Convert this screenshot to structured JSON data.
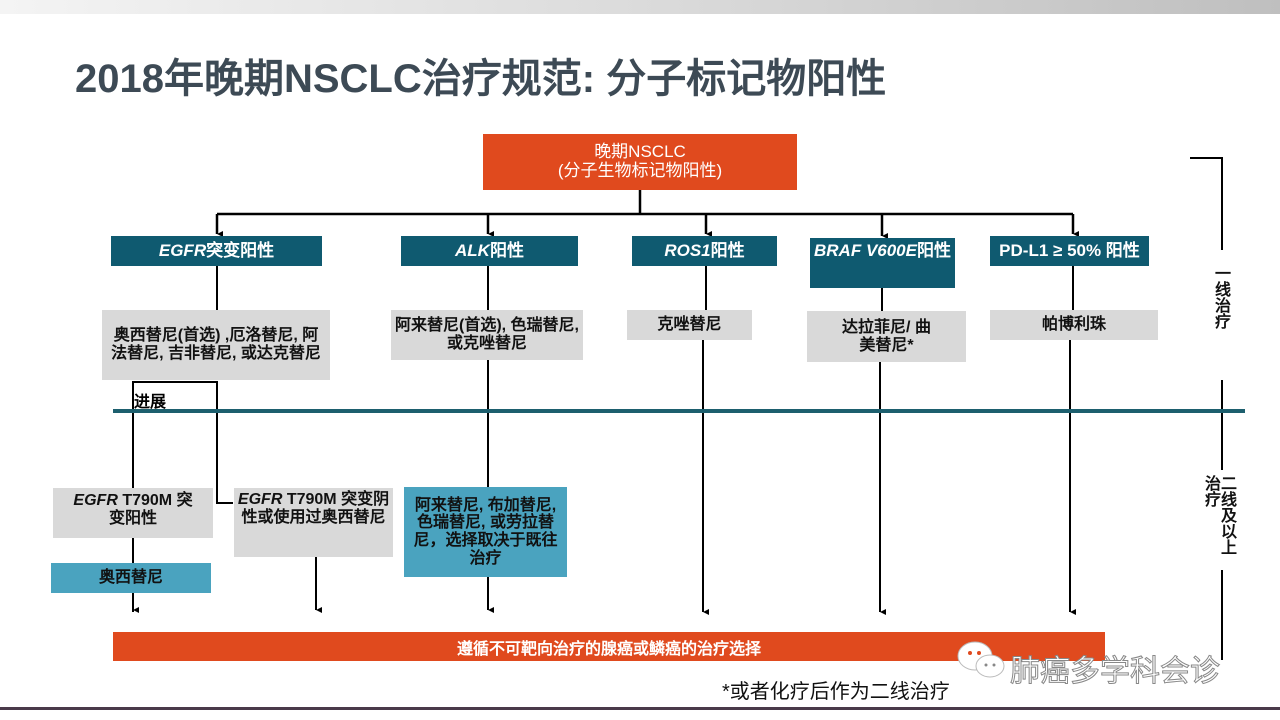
{
  "title": "2018年晚期NSCLC治疗规范: 分子标记物阳性",
  "root": {
    "line1": "晚期NSCLC",
    "line2": "(分子生物标记物阳性)"
  },
  "headers": [
    {
      "italic": "EGFR",
      "text": "突变阳性"
    },
    {
      "italic": "ALK",
      "text": "阳性"
    },
    {
      "italic": "ROS1",
      "text": "阳性"
    },
    {
      "italic": "BRAF V600E",
      "text": "阳性"
    },
    {
      "italic": "",
      "text": "PD-L1 ≥ 50% 阳性"
    }
  ],
  "first_line": [
    "奥西替尼(首选) ,厄洛替尼, 阿法替尼, 吉非替尼, 或达克替尼",
    "阿来替尼(首选), 色瑞替尼, 或克唑替尼",
    "克唑替尼",
    "达拉菲尼/ 曲美替尼*",
    "帕博利珠"
  ],
  "progress_label": "进展",
  "second_line": {
    "t790m_pos": {
      "italic": "EGFR",
      "text": " T790M 突变阳性"
    },
    "t790m_pos_drug": "奥西替尼",
    "t790m_neg": {
      "italic": "EGFR",
      "text": " T790M 突变阴性或使用过奥西替尼"
    },
    "alk_drugs": "阿来替尼, 布加替尼, 色瑞替尼, 或劳拉替尼，选择取决于既往治疗"
  },
  "bottom_bar": "遵循不可靶向治疗的腺癌或鳞癌的治疗选择",
  "side_labels": {
    "first": "一线治疗",
    "second": "二线及以上治疗"
  },
  "footnote": "*或者化疗后作为二线治疗",
  "watermark": "肺癌多学科会诊",
  "colors": {
    "orange": "#e04a1e",
    "teal": "#0f5a70",
    "grey": "#d9d9d9",
    "light_blue": "#4aa3bf"
  }
}
